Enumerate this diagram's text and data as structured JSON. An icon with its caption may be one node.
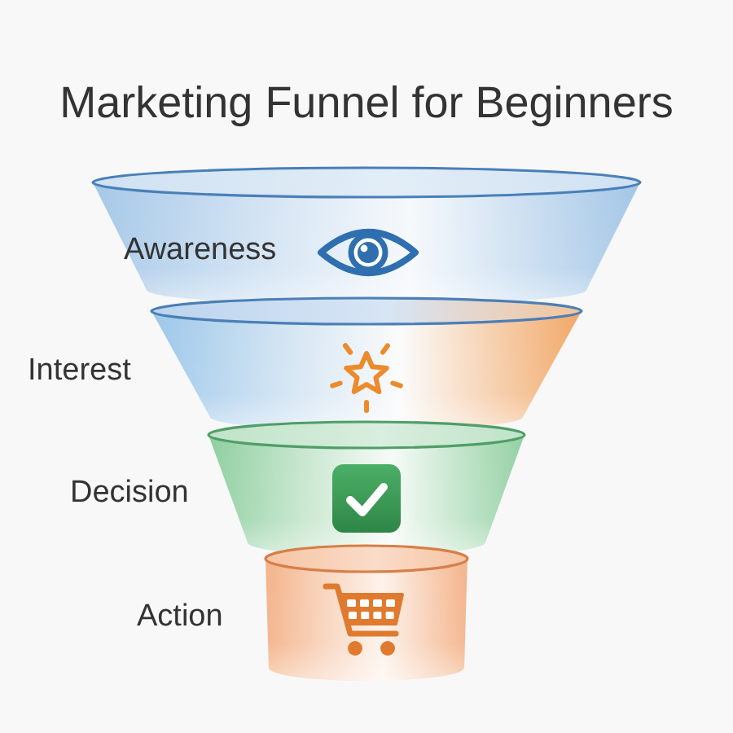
{
  "diagram": {
    "title": "Marketing Funnel for Beginners",
    "nodes": [
      {
        "text": [
          "Awareness"
        ]
      },
      {
        "text": [
          "Interest"
        ]
      },
      {
        "text": [
          "Decision"
        ]
      },
      {
        "text": [
          "Action"
        ]
      }
    ]
  }
}
